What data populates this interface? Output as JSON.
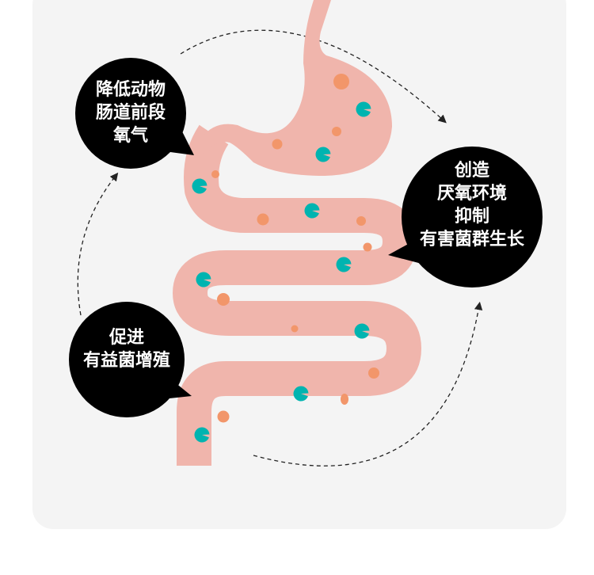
{
  "colors": {
    "gut": "#f0b5ac",
    "nutrient": "#f2966a",
    "bacteria": "#00b4b0",
    "bubble": "#000000",
    "card": "#f4f4f4"
  },
  "bubbles": [
    {
      "lines": [
        "降低动物",
        "肠道前段",
        "氧气"
      ]
    },
    {
      "lines": [
        "创造",
        "厌氧环境",
        "抑制",
        "有害菌群生长"
      ]
    },
    {
      "lines": [
        "促进",
        "有益菌增殖"
      ]
    }
  ],
  "icons": [
    "dashed-cycle-arrow-icon",
    "pacman-bacteria-icon",
    "nutrient-dot-icon"
  ]
}
